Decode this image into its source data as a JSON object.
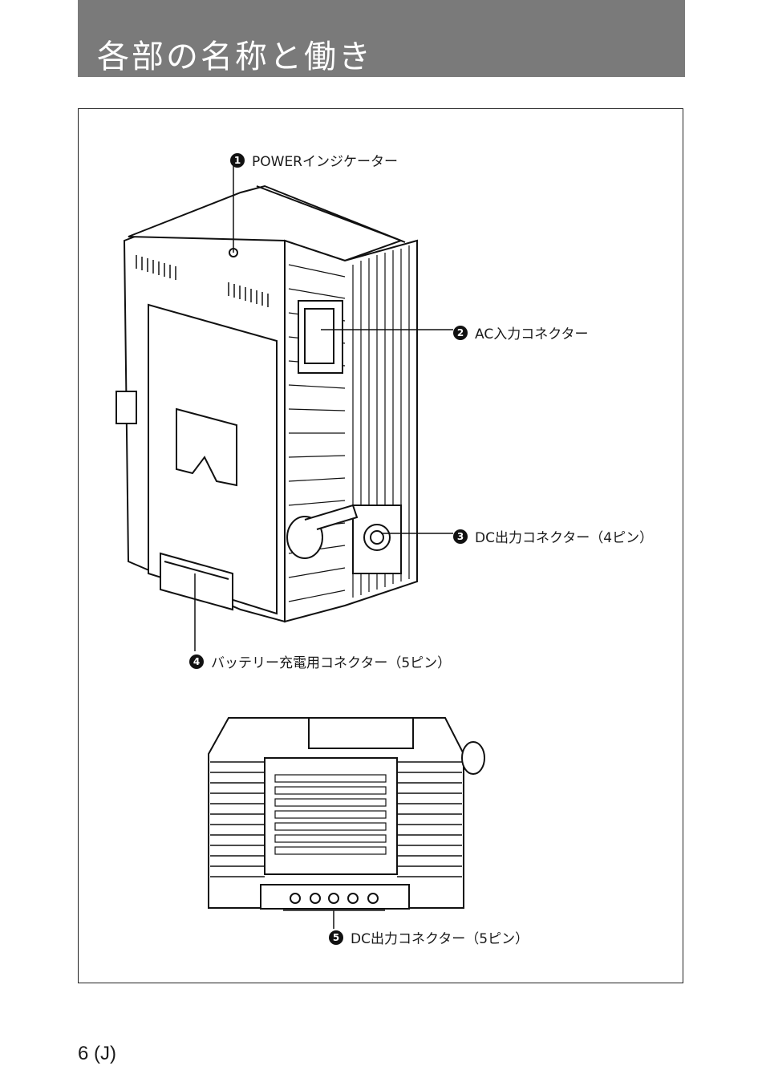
{
  "header": {
    "title": "各部の名称と働き"
  },
  "callouts": [
    {
      "number": "1",
      "label": "POWERインジケーター"
    },
    {
      "number": "2",
      "label": "AC入力コネクター"
    },
    {
      "number": "3",
      "label": "DC出力コネクター（4ピン）"
    },
    {
      "number": "4",
      "label": "バッテリー充電用コネクター（5ピン）"
    },
    {
      "number": "5",
      "label": "DC出力コネクター（5ピン）"
    }
  ],
  "footer": {
    "page_number": "6 (J)"
  }
}
